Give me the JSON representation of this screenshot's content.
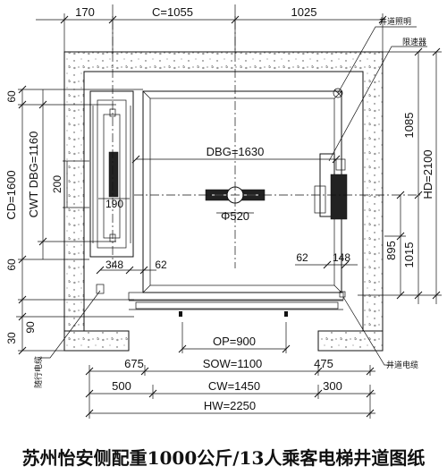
{
  "caption": "苏州怡安侧配重1000公斤/13人乘客电梯井道图纸",
  "dims": {
    "top_170": "170",
    "top_c": "C=1055",
    "top_1025": "1025",
    "dbg": "DBG=1630",
    "phi": "Φ520",
    "d200": "200",
    "d190": "190",
    "d348": "348",
    "d62a": "62",
    "d62b": "62",
    "d148": "148",
    "d60a": "60",
    "d60b": "60",
    "cd": "CD=1600",
    "cwt_dbg": "CWT DBG=1160",
    "d30": "30",
    "d90": "90",
    "d1085": "1085",
    "d895": "895",
    "d1015": "1015",
    "hd": "HD=2100",
    "op": "OP=900",
    "d675": "675",
    "sow": "SOW=1100",
    "d475": "475",
    "d500": "500",
    "cw": "CW=1450",
    "d300": "300",
    "hw": "HW=2250"
  },
  "labels": {
    "shaft_light": "井道照明",
    "governor": "限速器",
    "travel_cable": "随行电缆",
    "shaft_cable": "井道电缆"
  }
}
